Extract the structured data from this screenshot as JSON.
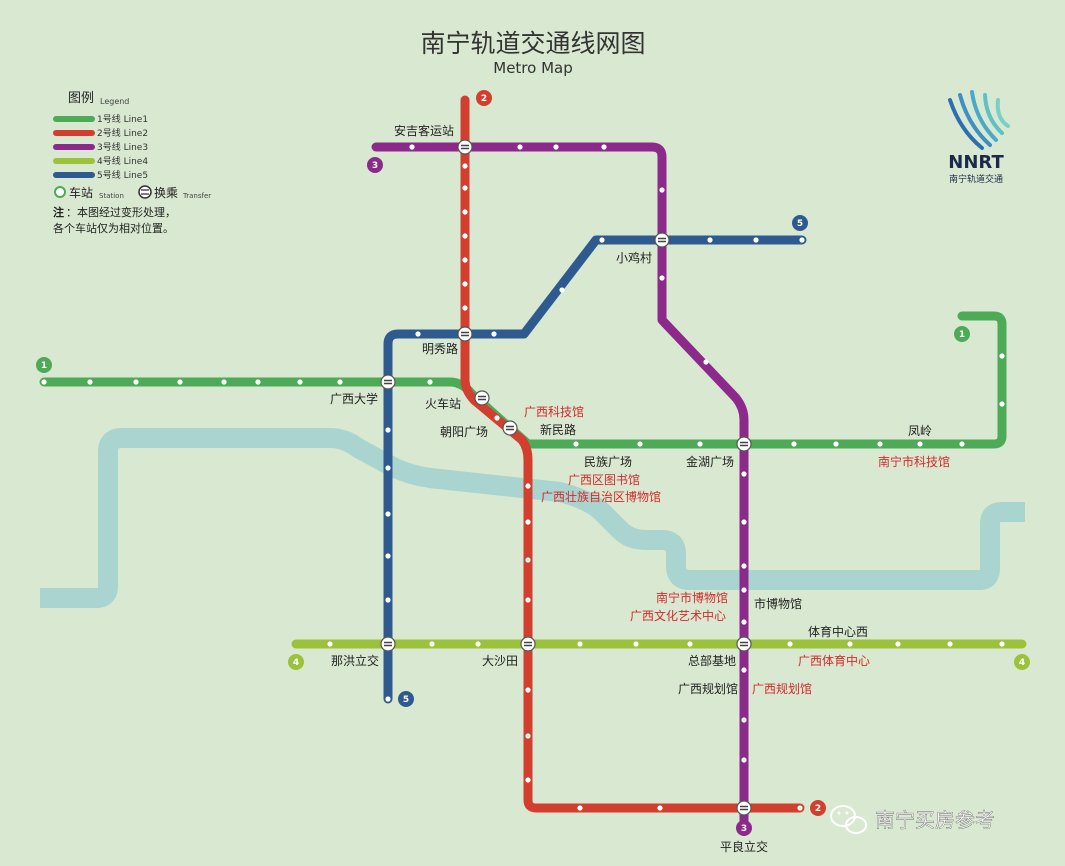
{
  "title": "南宁轨道交通线网图",
  "subtitle": "Metro Map",
  "legend": {
    "heading": "图例",
    "heading_en": "Legend",
    "lines": [
      {
        "label": "1号线 Line1",
        "color": "#4daa57"
      },
      {
        "label": "2号线 Line2",
        "color": "#d23f2f"
      },
      {
        "label": "3号线 Line3",
        "color": "#8b2a8b"
      },
      {
        "label": "4号线 Line4",
        "color": "#9cc23b"
      },
      {
        "label": "5号线 Line5",
        "color": "#2e5a8f"
      }
    ],
    "station_cn": "车站",
    "station_en": "Station",
    "transfer_cn": "换乘",
    "transfer_en": "Transfer",
    "note_label": "注",
    "note_line1": "：本图经过变形处理，",
    "note_line2": "各个车站仅为相对位置。"
  },
  "logo": {
    "text": "NNRT",
    "subtext": "南宁轨道交通",
    "icon": "nnrt-logo-icon"
  },
  "line_badges": {
    "l1": "1",
    "l2": "2",
    "l3": "3",
    "l4": "4",
    "l5": "5"
  },
  "stations": {
    "anji": "安吉客运站",
    "xiaojicun": "小鸡村",
    "mingxiulu": "明秀路",
    "guangxidaxue": "广西大学",
    "huochezhan": "火车站",
    "chaoyangguangchang": "朝阳广场",
    "xinminlu": "新民路",
    "minzuguangchang": "民族广场",
    "jinhuguangchang": "金湖广场",
    "fengling": "凤岭",
    "shibowuguan": "市博物馆",
    "tiyuzhongxinxi": "体育中心西",
    "nahonglijiao": "那洪立交",
    "dashatian": "大沙田",
    "zongbujidi": "总部基地",
    "guangxiguihuaguan": "广西规划馆",
    "pinglianglijiao": "平良立交"
  },
  "pois": {
    "kejiguan": "广西科技馆",
    "nanning_kejiguan": "南宁市科技馆",
    "tushuguan": "广西区图书馆",
    "bowuguan": "广西壮族自治区博物馆",
    "nanning_bowuguan": "南宁市博物馆",
    "wenhua": "广西文化艺术中心",
    "tiyu": "广西体育中心",
    "guihua": "广西规划馆"
  },
  "watermark": "南宁买房参考",
  "colors": {
    "background": "#d9e8d0",
    "river": "#a9d4cf",
    "l1": "#4daa57",
    "l2": "#d23f2f",
    "l3": "#8b2a8b",
    "l4": "#9cc23b",
    "l5": "#2e5a8f"
  }
}
